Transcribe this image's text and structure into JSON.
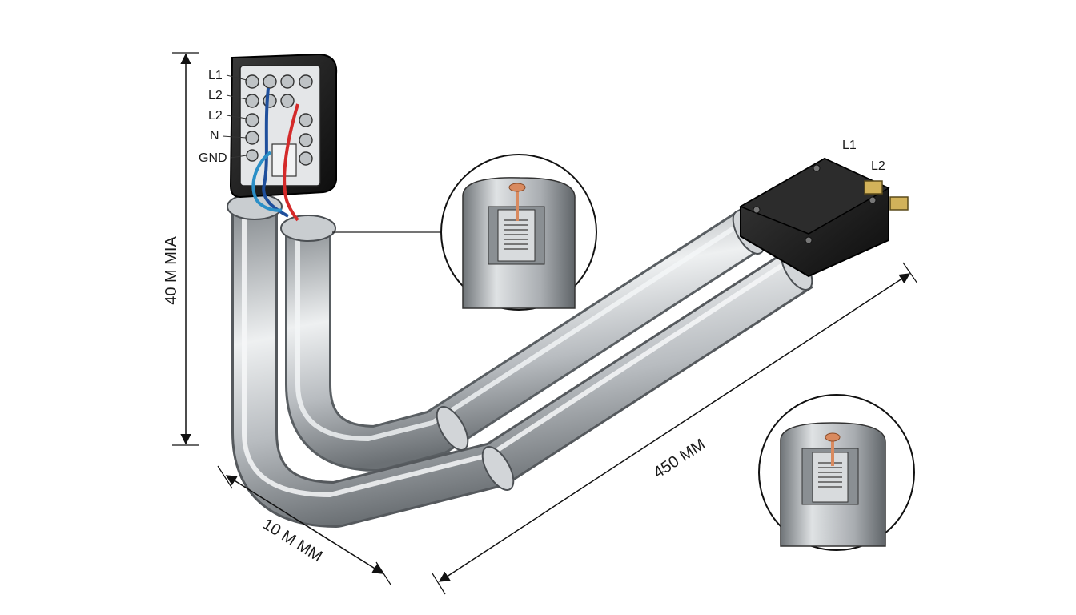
{
  "junction_box": {
    "terminal_labels": [
      "L1",
      "L2",
      "L2",
      "N",
      "GND"
    ]
  },
  "plug": {
    "pin_labels": [
      "L1",
      "L2"
    ]
  },
  "dimensions": {
    "vertical": "40 M MIA",
    "short_leg": "10 M MM",
    "long_leg": "450 MM"
  },
  "colors": {
    "pipe": "#b9bdc1",
    "box": "#1c1c1c",
    "wire_blue": "#1f4f9c",
    "wire_cyan": "#2b8fc7",
    "wire_red": "#d42a2a",
    "copper": "#d98a5f",
    "brass": "#d2b25a"
  }
}
